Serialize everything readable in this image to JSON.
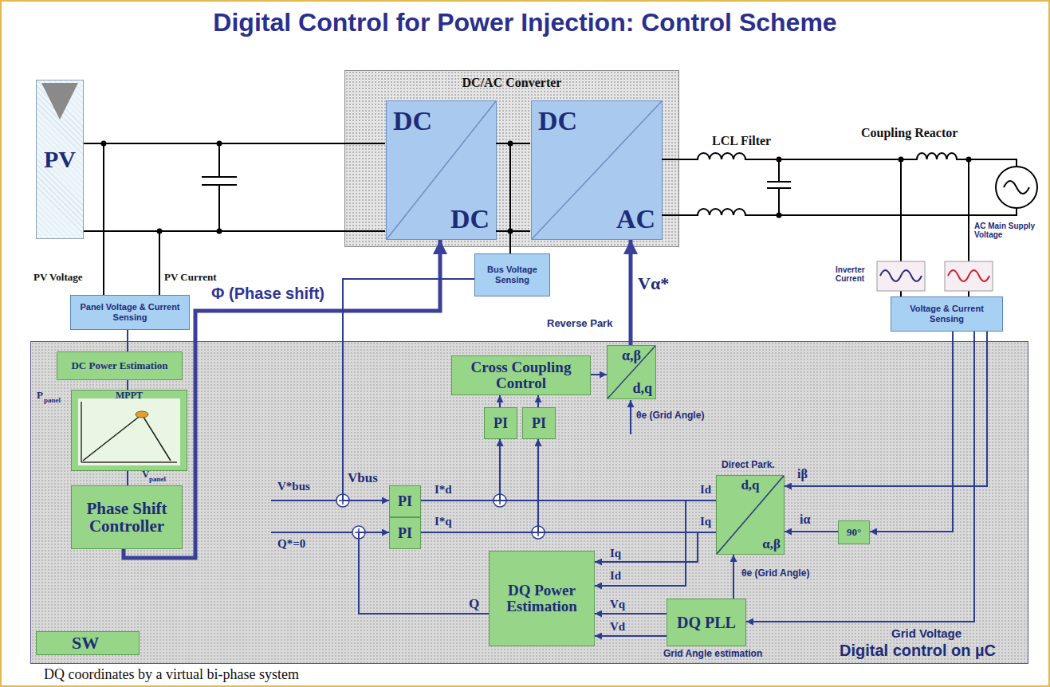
{
  "diagram": {
    "title": "Digital Control for Power Injection: Control Scheme",
    "caption": "DQ coordinates by a virtual bi-phase system",
    "nodes": [
      {
        "text": [
          "PV"
        ]
      },
      {
        "text": [
          "DC/AC Converter"
        ]
      },
      {
        "text": [
          "DC",
          "DC"
        ],
        "in": 1
      },
      {
        "text": [
          "DC",
          "AC"
        ],
        "in": 1
      },
      {
        "text": [
          "Panel Voltage & Current Sensing"
        ]
      },
      {
        "text": [
          "Bus Voltage Sensing"
        ]
      },
      {
        "text": [
          "Voltage & Current Sensing"
        ]
      },
      {
        "text": [
          "Digital control on µC"
        ]
      },
      {
        "text": [
          "DC Power Estimation"
        ],
        "in": 7
      },
      {
        "text": [
          "MPPT"
        ],
        "in": 7
      },
      {
        "text": [
          "Phase Shift Controller"
        ],
        "in": 7
      },
      {
        "text": [
          "Cross Coupling Control"
        ],
        "in": 7
      },
      {
        "text": [
          "α,β",
          "d,q"
        ],
        "in": 7
      },
      {
        "text": [
          "PI"
        ],
        "in": 7
      },
      {
        "text": [
          "PI"
        ],
        "in": 7
      },
      {
        "text": [
          "PI"
        ],
        "in": 7
      },
      {
        "text": [
          "PI"
        ],
        "in": 7
      },
      {
        "text": [
          "d,q",
          "α,β"
        ],
        "in": 7
      },
      {
        "text": [
          "90°"
        ],
        "in": 7
      },
      {
        "text": [
          "DQ Power Estimation"
        ],
        "in": 7
      },
      {
        "text": [
          "DQ PLL"
        ],
        "in": 7
      }
    ],
    "edges": [
      {
        "from": 10,
        "to": 2,
        "arrow": "to",
        "label": "Φ (Phase shift)"
      },
      {
        "from": 12,
        "to": 3,
        "arrow": "to",
        "label": "Vα*"
      },
      {
        "from": 5,
        "to": 13,
        "arrow": "to",
        "label": "Vbus"
      },
      {
        "from": 19,
        "to": 14,
        "arrow": "to",
        "label": "Q"
      },
      {
        "from": 13,
        "to": 15,
        "arrow": "to",
        "label": "I*d"
      },
      {
        "from": 14,
        "to": 16,
        "arrow": "to",
        "label": "I*q"
      },
      {
        "from": 17,
        "to": 15,
        "arrow": "to",
        "label": "Id"
      },
      {
        "from": 17,
        "to": 16,
        "arrow": "to",
        "label": "Iq"
      },
      {
        "from": 17,
        "to": 19,
        "arrow": "to",
        "label": "Iq"
      },
      {
        "from": 17,
        "to": 19,
        "arrow": "to",
        "label": "Id"
      },
      {
        "from": 20,
        "to": 19,
        "arrow": "to",
        "label": "Vq"
      },
      {
        "from": 20,
        "to": 19,
        "arrow": "to",
        "label": "Vd"
      },
      {
        "from": 20,
        "to": 17,
        "arrow": "to",
        "label": "θe (Grid Angle)"
      },
      {
        "from": 6,
        "to": 17,
        "arrow": "to",
        "label": "iβ"
      },
      {
        "from": 6,
        "to": 18,
        "arrow": "to"
      },
      {
        "from": 18,
        "to": 17,
        "arrow": "to",
        "label": "iα"
      },
      {
        "from": 6,
        "to": 20,
        "arrow": "to",
        "label": "Grid Voltage"
      },
      {
        "from": 4,
        "to": 8,
        "arrow": "none"
      },
      {
        "from": 8,
        "to": 9,
        "arrow": "none"
      },
      {
        "from": 9,
        "to": 10,
        "arrow": "none"
      },
      {
        "from": 15,
        "to": 11,
        "arrow": "to"
      },
      {
        "from": 16,
        "to": 11,
        "arrow": "to"
      },
      {
        "from": 11,
        "to": 12,
        "arrow": "to"
      }
    ],
    "labels": [
      "LCL Filter",
      "Coupling Reactor",
      "AC Main Supply Voltage",
      "Inverter Current",
      "PV Voltage",
      "PV Current",
      "Reverse Park",
      "P",
      "panel",
      "V",
      "panel",
      "V*bus",
      "Q*=0",
      "θe (Grid Angle)",
      "Direct Park.",
      "Grid Angle estimation"
    ],
    "legend": [
      {
        "text": "SW",
        "color": "#97d588"
      }
    ]
  }
}
